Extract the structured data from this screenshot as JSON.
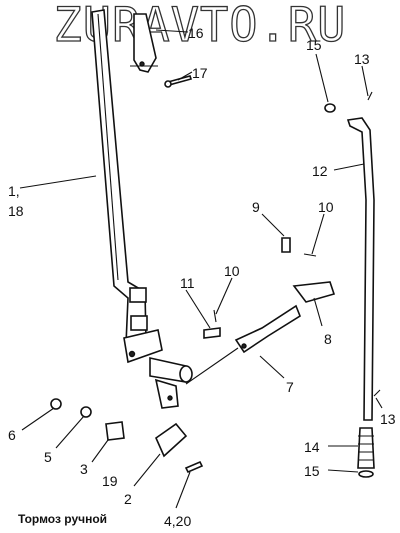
{
  "watermark": "ZURAVTO.RU",
  "caption": "Тормоз ручной",
  "callouts": [
    {
      "id": "c16",
      "text": "16"
    },
    {
      "id": "c17",
      "text": "17"
    },
    {
      "id": "c15a",
      "text": "15"
    },
    {
      "id": "c13a",
      "text": "13"
    },
    {
      "id": "c1",
      "text": "1,"
    },
    {
      "id": "c18",
      "text": "18"
    },
    {
      "id": "c12",
      "text": "12"
    },
    {
      "id": "c9",
      "text": "9"
    },
    {
      "id": "c10a",
      "text": "10"
    },
    {
      "id": "c11",
      "text": "11"
    },
    {
      "id": "c10b",
      "text": "10"
    },
    {
      "id": "c8",
      "text": "8"
    },
    {
      "id": "c7",
      "text": "7"
    },
    {
      "id": "c13b",
      "text": "13"
    },
    {
      "id": "c6",
      "text": "6"
    },
    {
      "id": "c5",
      "text": "5"
    },
    {
      "id": "c3",
      "text": "3"
    },
    {
      "id": "c19",
      "text": "19"
    },
    {
      "id": "c2",
      "text": "2"
    },
    {
      "id": "c14",
      "text": "14"
    },
    {
      "id": "c15b",
      "text": "15"
    },
    {
      "id": "c4-20",
      "text": "4,20"
    }
  ]
}
